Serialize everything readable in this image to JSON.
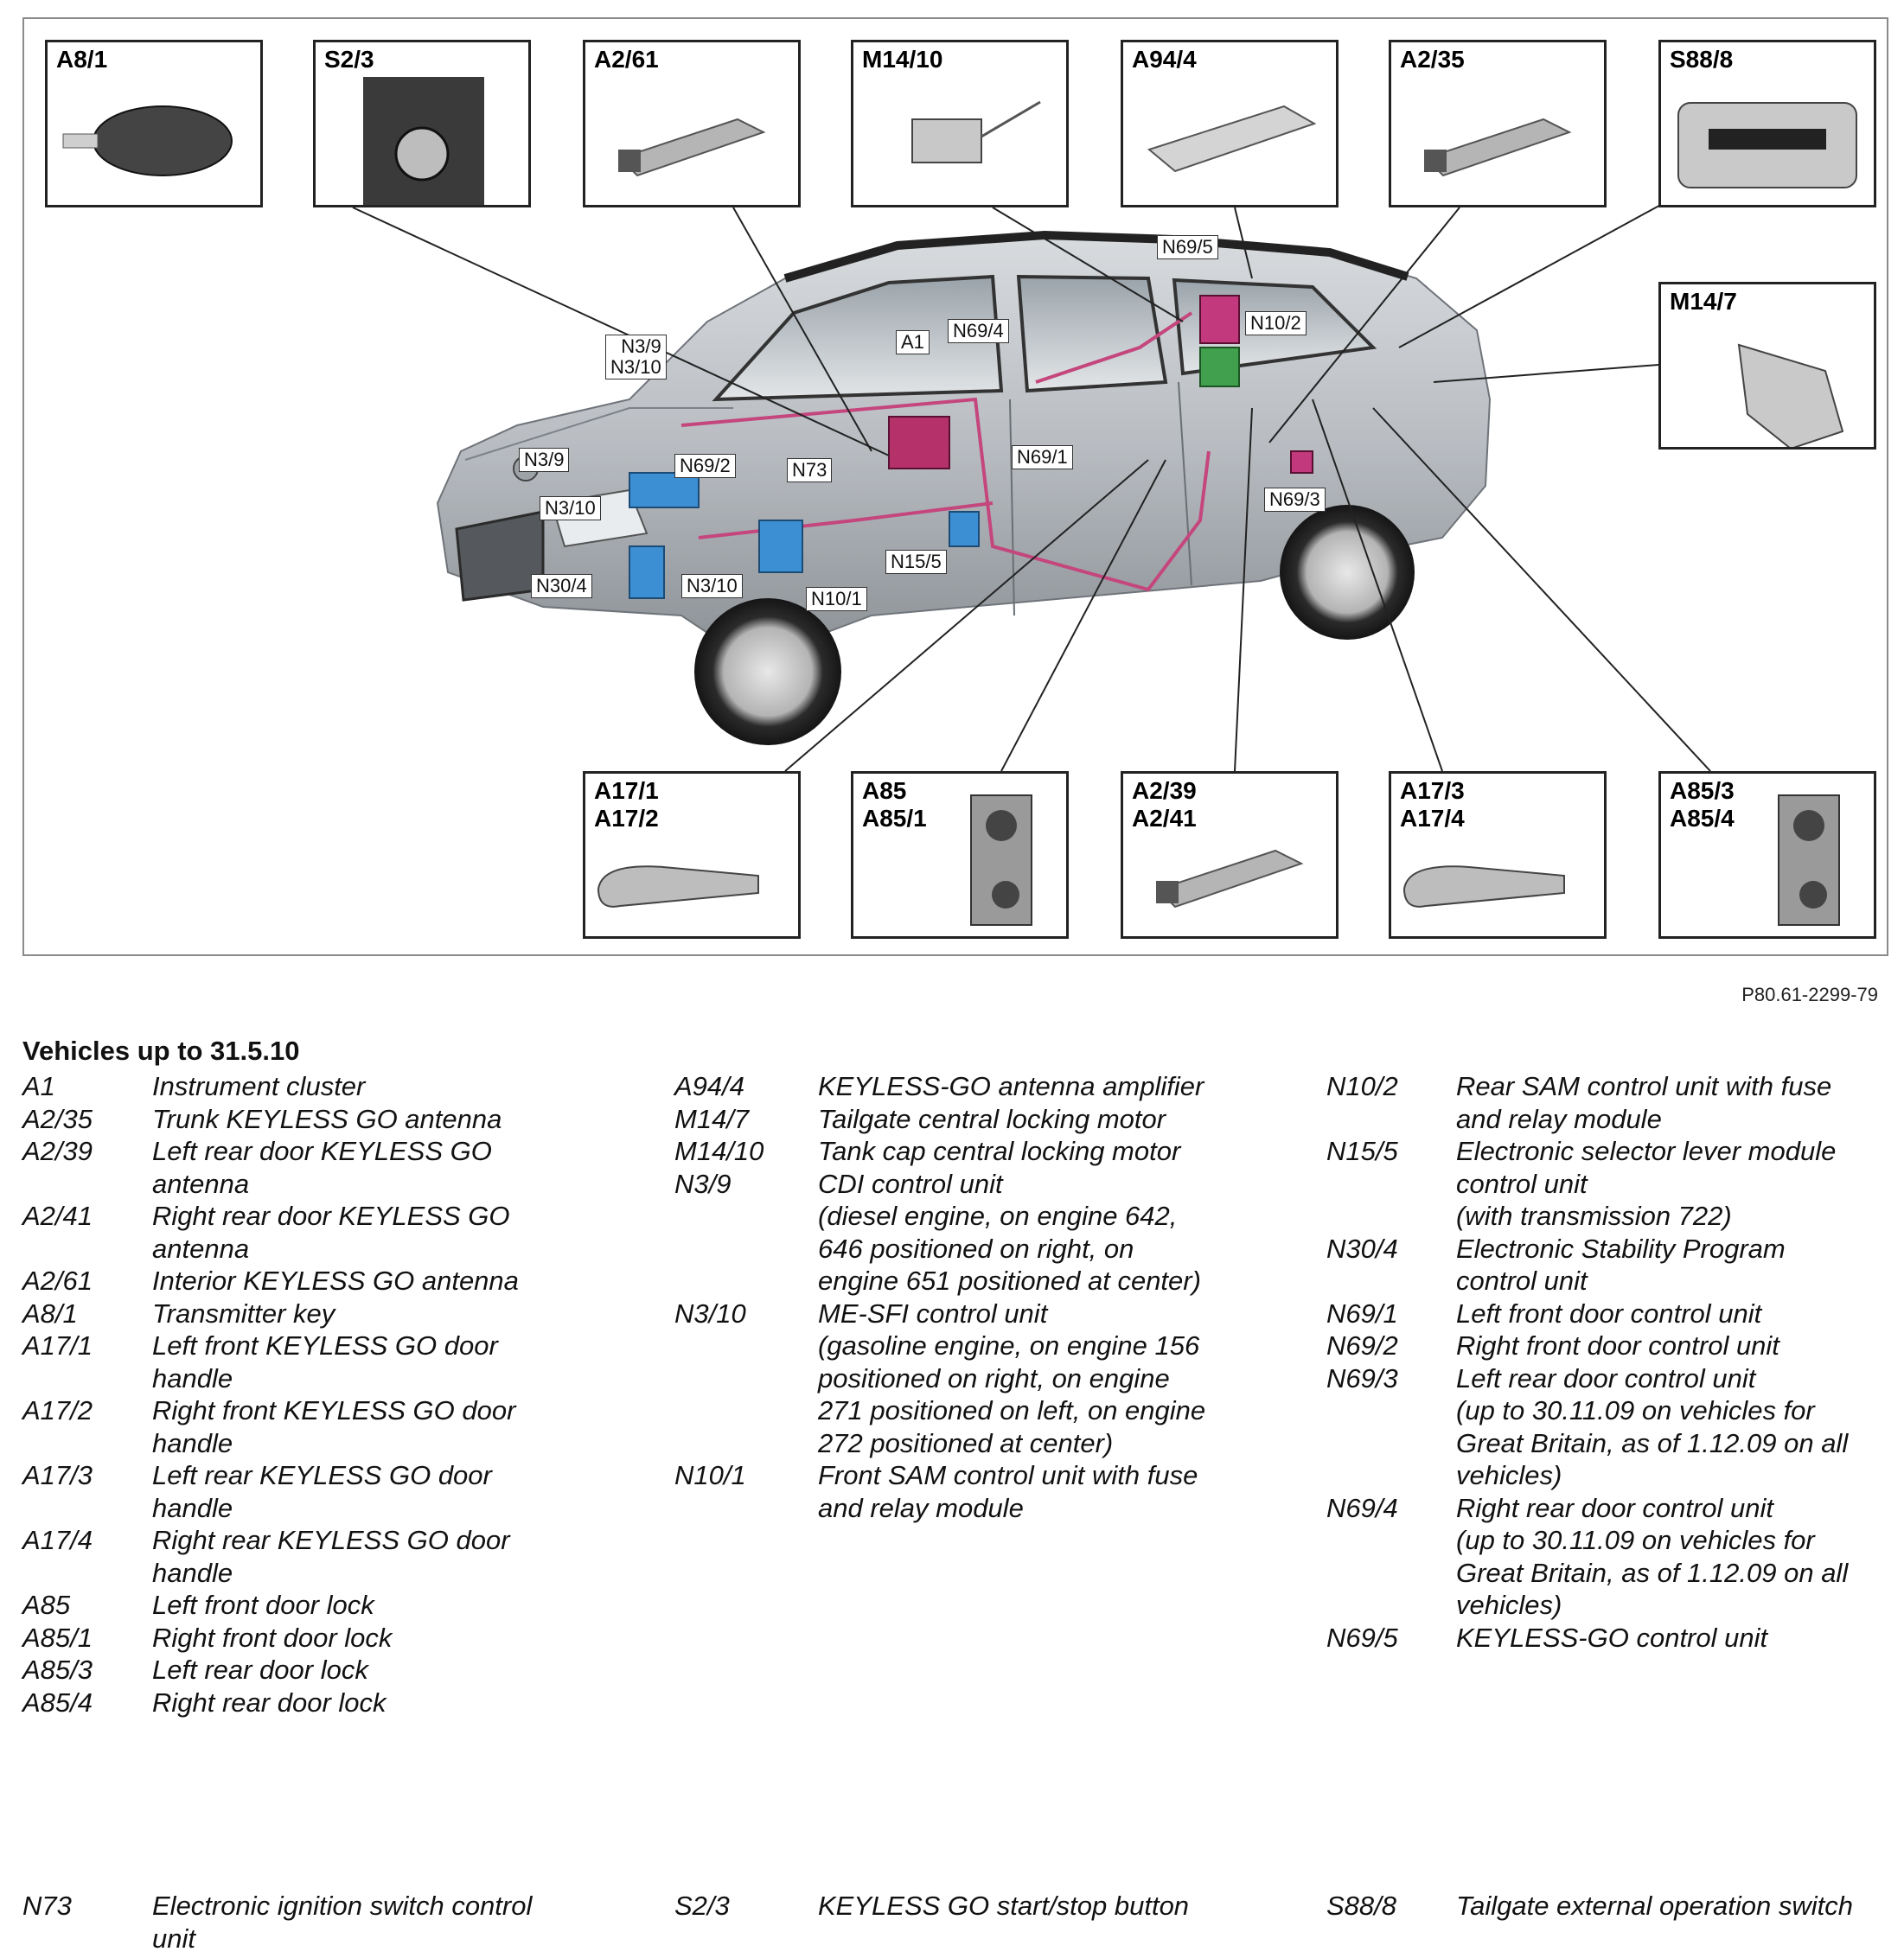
{
  "figure": {
    "source_ref": "P80.61-2299-79",
    "boxes": [
      {
        "id": "a8-1",
        "label": "A8/1",
        "icon": "transmitter-key"
      },
      {
        "id": "s2-3",
        "label": "S2/3",
        "icon": "start-stop-button"
      },
      {
        "id": "a2-61",
        "label": "A2/61",
        "icon": "antenna-bar"
      },
      {
        "id": "m14-10",
        "label": "M14/10",
        "icon": "locking-motor"
      },
      {
        "id": "a94-4",
        "label": "A94/4",
        "icon": "antenna-amplifier"
      },
      {
        "id": "a2-35",
        "label": "A2/35",
        "icon": "antenna-bar"
      },
      {
        "id": "s88-8",
        "label": "S88/8",
        "icon": "tailgate-switch"
      },
      {
        "id": "m14-7",
        "label": "M14/7",
        "icon": "tailgate-motor"
      },
      {
        "id": "a17-1",
        "label": "A17/1\nA17/2",
        "icon": "door-handle"
      },
      {
        "id": "a85",
        "label": "A85\nA85/1",
        "icon": "door-lock"
      },
      {
        "id": "a2-39",
        "label": "A2/39\nA2/41",
        "icon": "antenna-bar"
      },
      {
        "id": "a17-3",
        "label": "A17/3\nA17/4",
        "icon": "door-handle"
      },
      {
        "id": "a85-3",
        "label": "A85/3\nA85/4",
        "icon": "door-lock"
      }
    ],
    "callouts": [
      {
        "id": "n69-5",
        "text": "N69/5"
      },
      {
        "id": "n10-2",
        "text": "N10/2"
      },
      {
        "id": "n69-4",
        "text": "N69/4"
      },
      {
        "id": "a1",
        "text": "A1"
      },
      {
        "id": "n3-9-n3-10",
        "text": "N3/9\nN3/10"
      },
      {
        "id": "n3-9",
        "text": "N3/9"
      },
      {
        "id": "n69-2",
        "text": "N69/2"
      },
      {
        "id": "n73",
        "text": "N73"
      },
      {
        "id": "n69-1",
        "text": "N69/1"
      },
      {
        "id": "n3-10-upper",
        "text": "N3/10"
      },
      {
        "id": "n69-3",
        "text": "N69/3"
      },
      {
        "id": "n30-4",
        "text": "N30/4"
      },
      {
        "id": "n3-10-lower",
        "text": "N3/10"
      },
      {
        "id": "n15-5",
        "text": "N15/5"
      },
      {
        "id": "n10-1",
        "text": "N10/1"
      }
    ]
  },
  "legend": {
    "title": "Vehicles up to 31.5.10",
    "columns": [
      [
        {
          "code": "A1",
          "desc": "Instrument cluster"
        },
        {
          "code": "A2/35",
          "desc": "Trunk KEYLESS GO antenna"
        },
        {
          "code": "A2/39",
          "desc": "Left rear door KEYLESS GO\nantenna"
        },
        {
          "code": "A2/41",
          "desc": "Right rear door KEYLESS GO\nantenna"
        },
        {
          "code": "A2/61",
          "desc": "Interior KEYLESS GO antenna"
        },
        {
          "code": "A8/1",
          "desc": "Transmitter key"
        },
        {
          "code": "A17/1",
          "desc": "Left front KEYLESS GO door\nhandle"
        },
        {
          "code": "A17/2",
          "desc": "Right front KEYLESS GO door\nhandle"
        },
        {
          "code": "A17/3",
          "desc": "Left rear KEYLESS GO door\nhandle"
        },
        {
          "code": "A17/4",
          "desc": "Right rear KEYLESS GO door\nhandle"
        },
        {
          "code": "A85",
          "desc": "Left front door lock"
        },
        {
          "code": "A85/1",
          "desc": "Right front door lock"
        },
        {
          "code": "A85/3",
          "desc": "Left rear door lock"
        },
        {
          "code": "A85/4",
          "desc": "Right rear door lock"
        }
      ],
      [
        {
          "code": "A94/4",
          "desc": "KEYLESS-GO antenna amplifier"
        },
        {
          "code": "M14/7",
          "desc": "Tailgate central locking motor"
        },
        {
          "code": "M14/10",
          "desc": "Tank cap central locking motor"
        },
        {
          "code": "N3/9",
          "desc": "CDI control unit\n(diesel engine, on engine 642,\n646 positioned on right, on\nengine 651 positioned at center)"
        },
        {
          "code": "N3/10",
          "desc": "ME-SFI control unit\n(gasoline engine, on engine 156\npositioned on right, on engine\n271 positioned on left, on engine\n272 positioned at center)"
        },
        {
          "code": "N10/1",
          "desc": "Front SAM control unit with fuse\nand relay module"
        }
      ],
      [
        {
          "code": "N10/2",
          "desc": "Rear SAM control unit with fuse\nand relay module"
        },
        {
          "code": "N15/5",
          "desc": "Electronic selector lever module\ncontrol unit\n(with transmission 722)"
        },
        {
          "code": "N30/4",
          "desc": "Electronic Stability Program\ncontrol unit"
        },
        {
          "code": "N69/1",
          "desc": "Left front door control unit"
        },
        {
          "code": "N69/2",
          "desc": "Right front door control unit"
        },
        {
          "code": "N69/3",
          "desc": "Left rear door control unit\n(up to 30.11.09 on vehicles for\nGreat Britain, as of 1.12.09 on all\nvehicles)"
        },
        {
          "code": "N69/4",
          "desc": "Right rear door control unit\n(up to 30.11.09 on vehicles for\nGreat Britain, as of 1.12.09 on all\nvehicles)"
        },
        {
          "code": "N69/5",
          "desc": "KEYLESS-GO control unit"
        }
      ]
    ],
    "bottom": [
      {
        "code": "N73",
        "desc": "Electronic ignition switch control\nunit"
      },
      {
        "code": "S2/3",
        "desc": "KEYLESS GO start/stop button"
      },
      {
        "code": "S88/8",
        "desc": "Tailgate external operation switch"
      }
    ]
  }
}
